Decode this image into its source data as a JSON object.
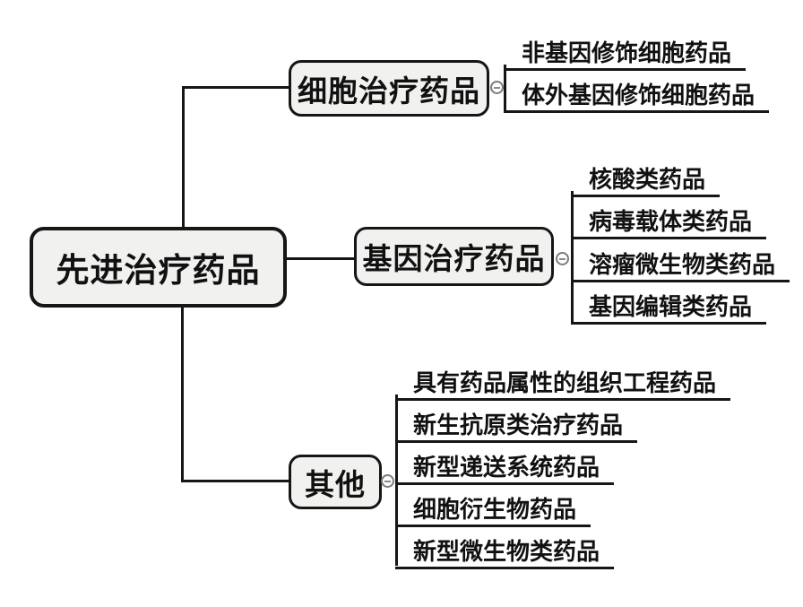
{
  "tree": {
    "root": {
      "label": "先进治疗药品"
    },
    "branches": [
      {
        "label": "细胞治疗药品",
        "children": [
          {
            "label": "非基因修饰细胞药品"
          },
          {
            "label": "体外基因修饰细胞药品"
          }
        ]
      },
      {
        "label": "基因治疗药品",
        "children": [
          {
            "label": "核酸类药品"
          },
          {
            "label": "病毒载体类药品"
          },
          {
            "label": "溶瘤微生物类药品"
          },
          {
            "label": "基因编辑类药品"
          }
        ]
      },
      {
        "label": "其他",
        "children": [
          {
            "label": "具有药品属性的组织工程药品"
          },
          {
            "label": "新生抗原类治疗药品"
          },
          {
            "label": "新型递送系统药品"
          },
          {
            "label": "细胞衍生物药品"
          },
          {
            "label": "新型微生物类药品"
          }
        ]
      }
    ]
  },
  "icons": {
    "collapse": "minus-icon"
  },
  "colors": {
    "background": "#ffffff",
    "node_fill": "#f1f1ef",
    "node_border": "#161616",
    "line": "#161616",
    "text": "#111111",
    "collapse_ring": "#7c7c7c"
  }
}
